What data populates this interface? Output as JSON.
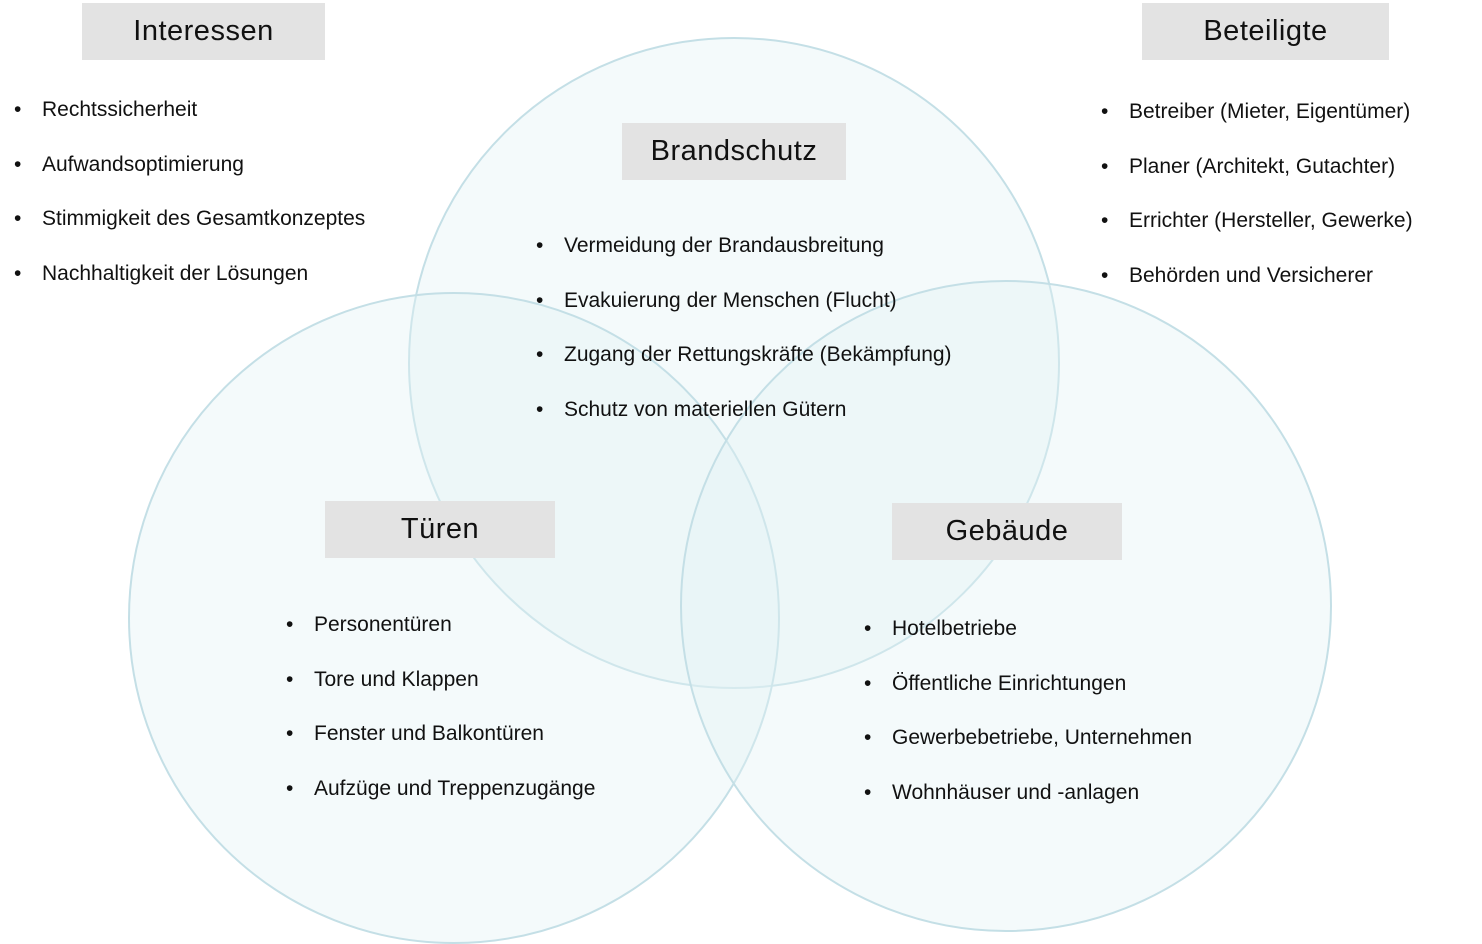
{
  "interessen": {
    "heading": "Interessen",
    "items": [
      "Rechtssicherheit",
      "Aufwandsoptimierung",
      "Stimmigkeit des Gesamtkonzeptes",
      "Nachhaltigkeit der Lösungen"
    ]
  },
  "beteiligte": {
    "heading": "Beteiligte",
    "items": [
      "Betreiber (Mieter, Eigentümer)",
      "Planer (Architekt, Gutachter)",
      "Errichter (Hersteller, Gewerke)",
      "Behörden und Versicherer"
    ]
  },
  "brandschutz": {
    "heading": "Brandschutz",
    "items": [
      "Vermeidung der Brandausbreitung",
      "Evakuierung der Menschen (Flucht)",
      "Zugang der Rettungskräfte (Bekämpfung)",
      "Schutz von materiellen Gütern"
    ]
  },
  "tueren": {
    "heading": "Türen",
    "items": [
      "Personentüren",
      "Tore und Klappen",
      "Fenster und Balkontüren",
      "Aufzüge und Treppenzugänge"
    ]
  },
  "gebaeude": {
    "heading": "Gebäude",
    "items": [
      "Hotelbetriebe",
      "Öffentliche Einrichtungen",
      "Gewerbebetriebe, Unternehmen",
      "Wohnhäuser und -anlagen"
    ]
  },
  "colors": {
    "circle_fill": "#e3f1f5",
    "circle_stroke": "#c4dfe6",
    "label_background": "#e3e3e3"
  }
}
